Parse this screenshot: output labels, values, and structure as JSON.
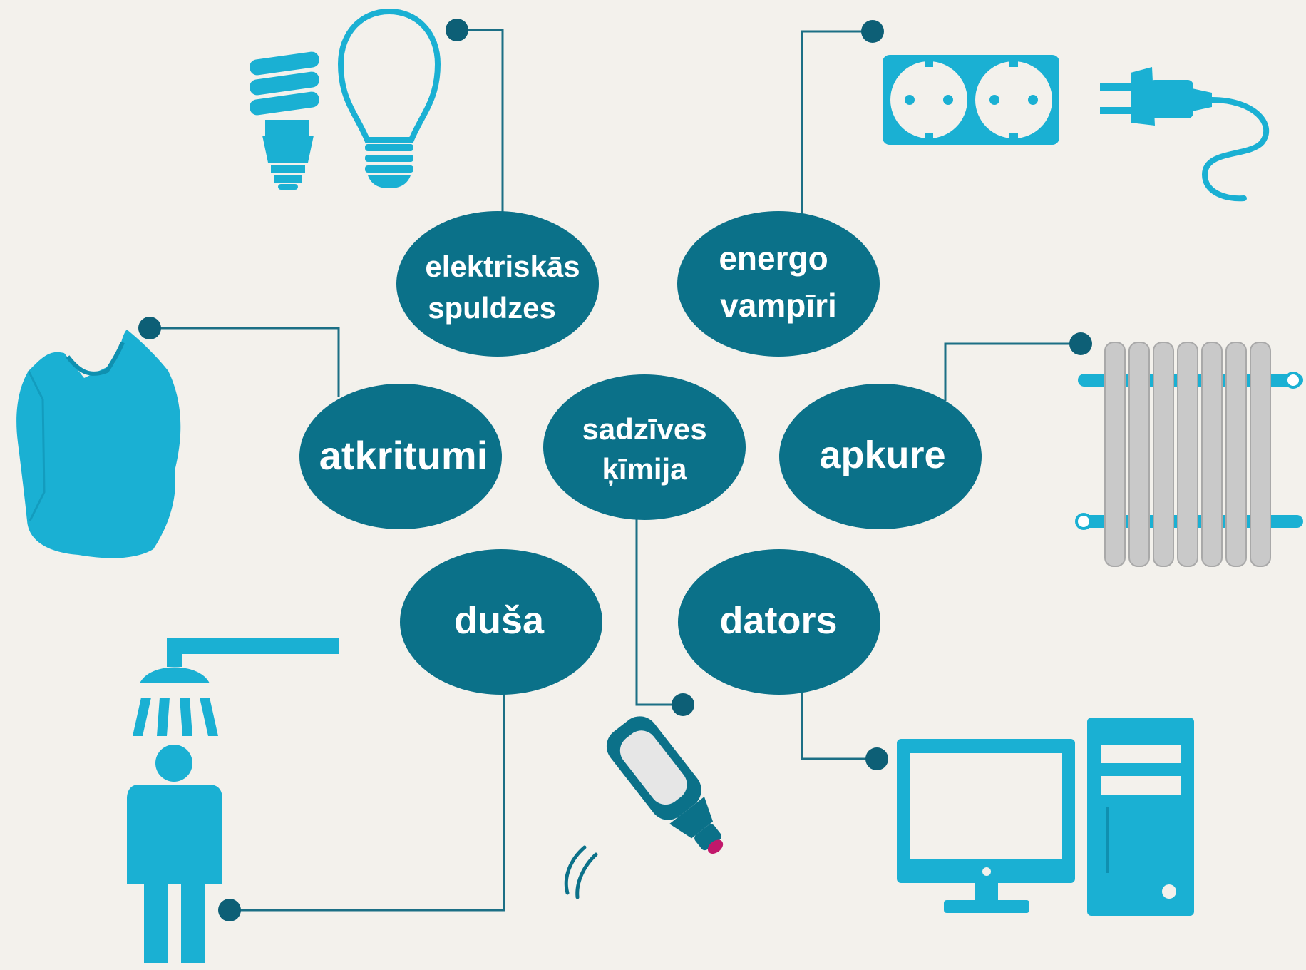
{
  "colors": {
    "background": "#f3f1ec",
    "bubble": "#0b7189",
    "icon": "#1ab0d3",
    "connector": "#1b6f85",
    "connector_dot": "#0d5f76",
    "radiator": "#c9c9c9",
    "nozzle": "#c2186b"
  },
  "nodes": {
    "electric_bulbs": {
      "line1": "elektriskās",
      "line2": "spuldzes"
    },
    "energy_vampires": {
      "line1": "energo",
      "line2": "vampīri"
    },
    "waste": {
      "label": "atkritumi"
    },
    "household_chemicals": {
      "line1": "sadzīves",
      "line2": "ķīmija"
    },
    "heating": {
      "label": "apkure"
    },
    "shower": {
      "label": "duša"
    },
    "computer": {
      "label": "dators"
    }
  },
  "icons": {
    "bulbs": "light-bulb-icon",
    "socket": "power-socket-icon",
    "plug": "power-plug-icon",
    "bag": "plastic-bag-icon",
    "radiator": "radiator-icon",
    "shower": "shower-person-icon",
    "bottle": "spray-bottle-icon",
    "computer": "desktop-computer-icon"
  }
}
